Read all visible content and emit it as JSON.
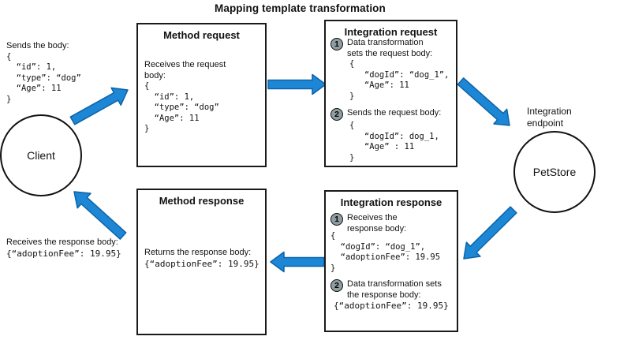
{
  "title": "Mapping template transformation",
  "colors": {
    "arrow_fill": "#1E87D5",
    "arrow_stroke": "#0B63A8",
    "step_circle_fill": "#8E9DA2"
  },
  "client": {
    "label": "Client",
    "send_note": {
      "intro": "Sends the body:",
      "code": [
        "{",
        "  “id”: 1,",
        "  “type”: “dog”",
        "  “Age”: 11",
        "}"
      ]
    },
    "receive_note": {
      "intro": "Receives the response body:",
      "code": [
        "{“adoptionFee”: 19.95}"
      ]
    }
  },
  "method_request": {
    "title": "Method request",
    "intro": "Receives the request body:",
    "code": [
      "{",
      "  “id”: 1,",
      "  “type”: “dog”",
      "  “Age”: 11",
      "}"
    ]
  },
  "integration_request": {
    "title": "Integration request",
    "steps": [
      {
        "num": "1",
        "text": "Data transformation sets the request body:",
        "code": [
          "{",
          "   “dogId”: “dog_1”,",
          "   “Age”: 11",
          "}"
        ]
      },
      {
        "num": "2",
        "text": "Sends the request body:",
        "code": [
          "{",
          "   “dogId”: dog_1,",
          "   “Age” : 11",
          "}"
        ]
      }
    ]
  },
  "integration_endpoint": {
    "label": "Integration endpoint",
    "node_label": "PetStore"
  },
  "integration_response": {
    "title": "Integration response",
    "steps": [
      {
        "num": "1",
        "text": "Receives the response body:",
        "code": [
          "{",
          "  “dogId”: “dog_1”,",
          "  “adoptionFee”: 19.95",
          "}"
        ]
      },
      {
        "num": "2",
        "text": "Data transformation sets the response body:",
        "code": [
          "{“adoptionFee”: 19.95}"
        ]
      }
    ]
  },
  "method_response": {
    "title": "Method response",
    "intro": "Returns the response body:",
    "code": [
      "{“adoptionFee”: 19.95}"
    ]
  }
}
